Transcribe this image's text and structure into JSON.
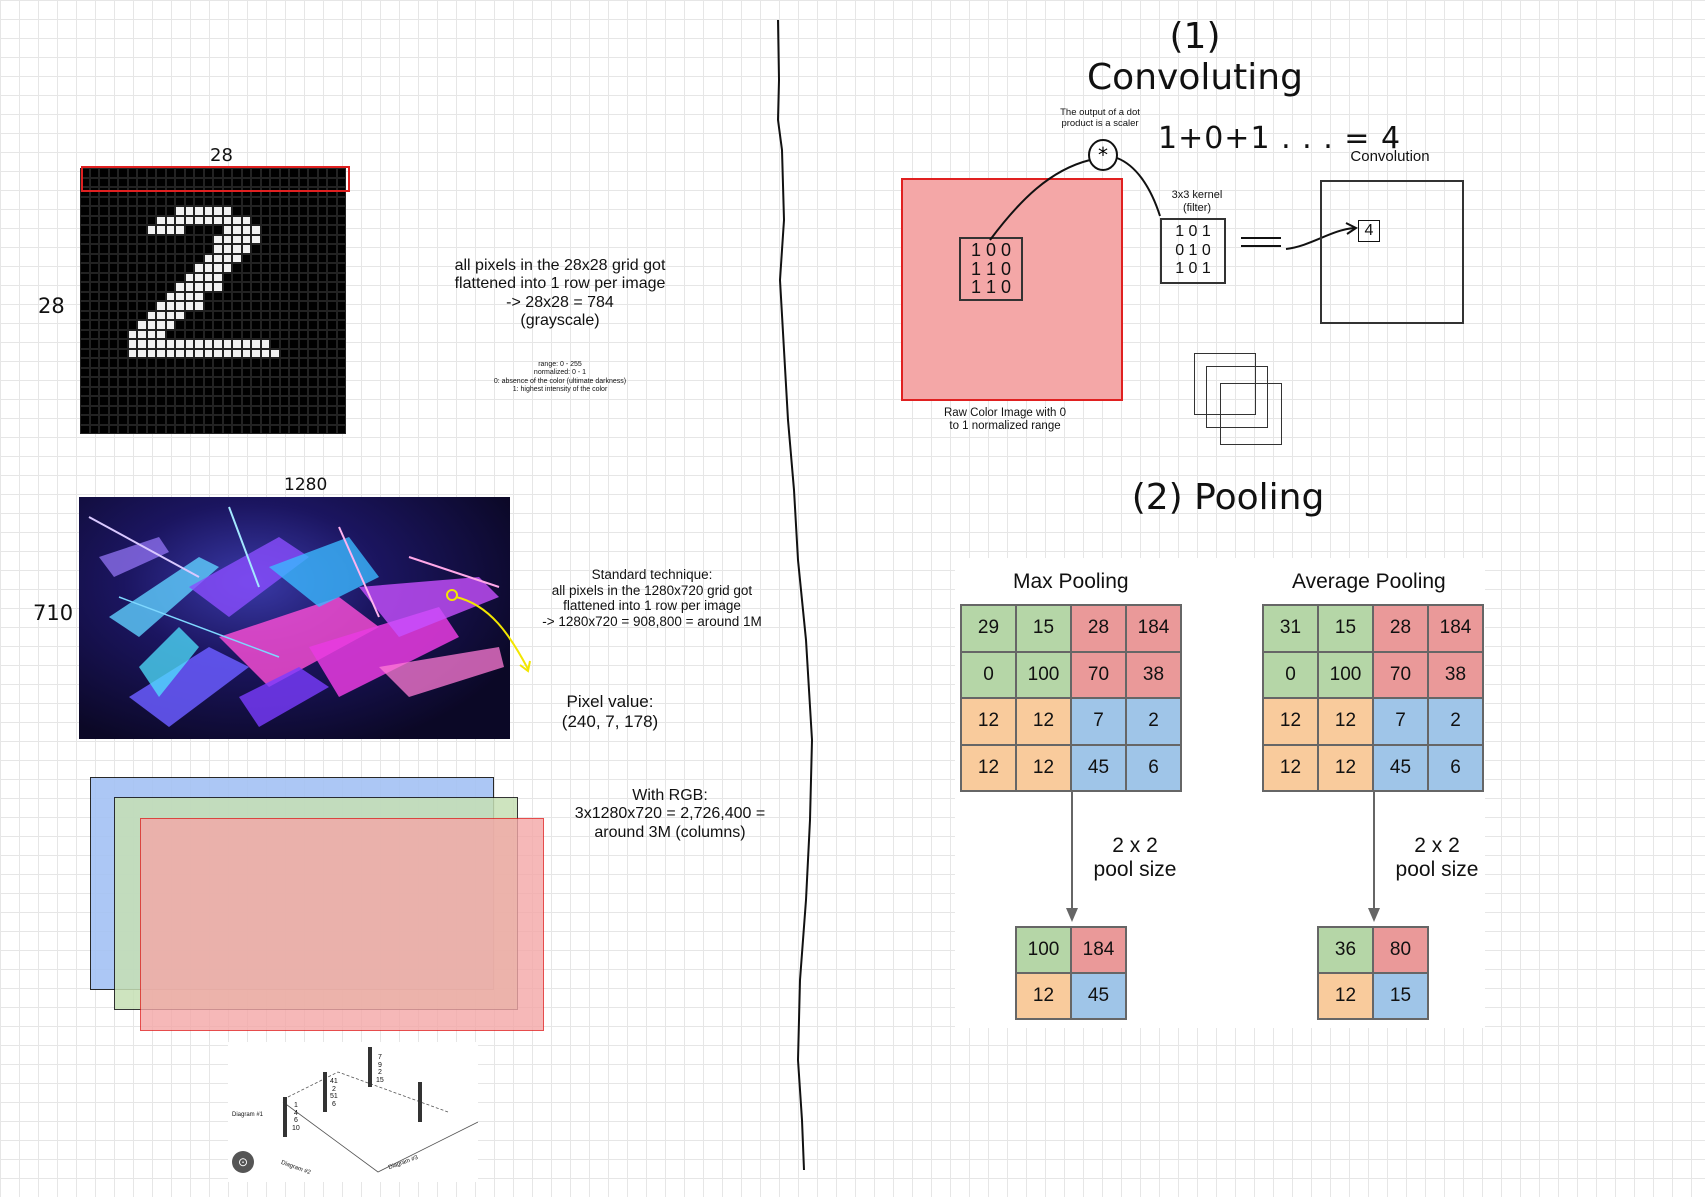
{
  "left": {
    "mnist": {
      "top_label": "28",
      "side_label": "28",
      "desc_lines": [
        "all pixels in the 28x28 grid got",
        "flattened into 1 row per image",
        "-> 28x28 = 784",
        "(grayscale)"
      ],
      "note_lines": [
        "range: 0 - 255",
        "normalized: 0 - 1",
        "0: absence of the color (ultimate darkness)",
        "1: highest intensity of the color"
      ]
    },
    "color_image": {
      "top_label": "1280",
      "side_label": "710",
      "desc_lines": [
        "Standard technique:",
        "all pixels in the 1280x720 grid got",
        "flattened into 1 row per image",
        "-> 1280x720 = 908,800 = around 1M"
      ],
      "pixel_lines": [
        "Pixel value:",
        "(240, 7, 178)"
      ]
    },
    "rgb": {
      "desc_lines": [
        "With RGB:",
        "3x1280x720 = 2,726,400 =",
        "around 3M (columns)"
      ],
      "layer_colors": [
        "#a4c2f4",
        "#d9ead3",
        "#f4a7a7"
      ]
    },
    "diagram": {
      "labels": [
        "Diagram #1",
        "Diagram #2",
        "Diagram #3"
      ],
      "values_col1": [
        "1",
        "4",
        "6",
        "10"
      ],
      "values_col2": [
        "41",
        "2",
        "51",
        "6"
      ],
      "values_col3": [
        "7",
        "9",
        "2",
        "15"
      ]
    }
  },
  "convolution": {
    "title": "(1) Convoluting",
    "dot_note_lines": [
      "The output of a dot",
      "product is a scaler"
    ],
    "equation": "1+0+1 . . . = 4",
    "kernel_label_lines": [
      "3x3 kernel",
      "(filter)"
    ],
    "patch_values": [
      "1 0 0",
      "1 1 0",
      "1 1 0"
    ],
    "kernel_values": [
      "1 0 1",
      "0 1 0",
      "1 0 1"
    ],
    "output_title": "Convolution",
    "output_value": "4",
    "image_caption_lines": [
      "Raw Color Image with 0",
      "to 1 normalized range"
    ],
    "image_color": "#f4a7a7"
  },
  "pooling": {
    "title": "(2) Pooling",
    "max": {
      "title": "Max Pooling",
      "grid": [
        [
          "29",
          "15",
          "28",
          "184"
        ],
        [
          "0",
          "100",
          "70",
          "38"
        ],
        [
          "12",
          "12",
          "7",
          "2"
        ],
        [
          "12",
          "12",
          "45",
          "6"
        ]
      ],
      "pool_lines": [
        "2 x 2",
        "pool size"
      ],
      "result": [
        [
          "100",
          "184"
        ],
        [
          "12",
          "45"
        ]
      ]
    },
    "avg": {
      "title": "Average Pooling",
      "grid": [
        [
          "31",
          "15",
          "28",
          "184"
        ],
        [
          "0",
          "100",
          "70",
          "38"
        ],
        [
          "12",
          "12",
          "7",
          "2"
        ],
        [
          "12",
          "12",
          "45",
          "6"
        ]
      ],
      "pool_lines": [
        "2 x 2",
        "pool size"
      ],
      "result": [
        [
          "36",
          "80"
        ],
        [
          "12",
          "15"
        ]
      ]
    },
    "colors": {
      "green": "#b5d6a7",
      "red": "#ea9999",
      "orange": "#f9cb9c",
      "blue": "#9fc5e8"
    }
  }
}
